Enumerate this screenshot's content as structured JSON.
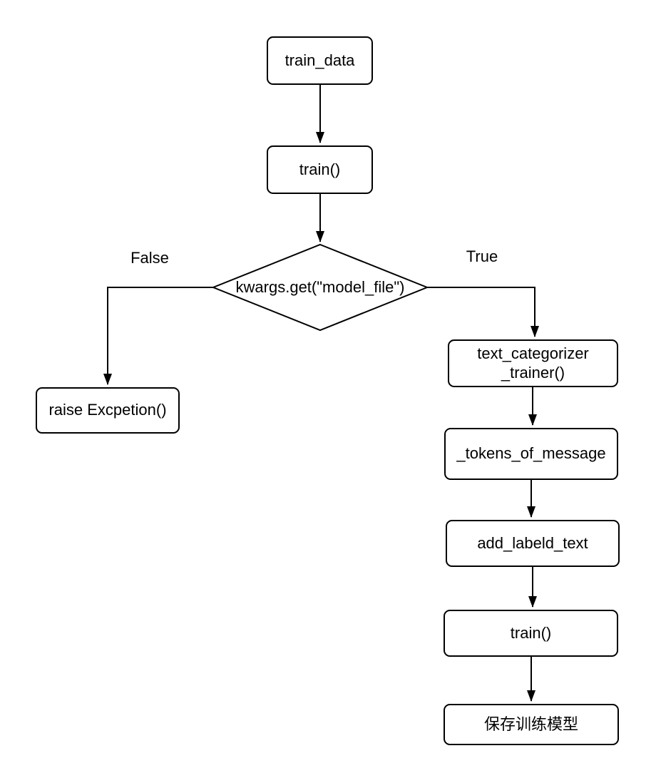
{
  "diagram": {
    "background_color": "#ffffff",
    "stroke_color": "#000000",
    "nodes": {
      "train_data": {
        "label": "train_data"
      },
      "train_call": {
        "label": "train()"
      },
      "decision": {
        "label": "kwargs.get(\"model_file\")"
      },
      "raise_exception": {
        "label": "raise Excpetion()"
      },
      "text_categorizer_trainer": {
        "label": "text_categorizer\n_trainer()"
      },
      "tokens_of_message": {
        "label": "_tokens_of_message"
      },
      "add_labeld_text": {
        "label": "add_labeld_text"
      },
      "train_call_2": {
        "label": "train()"
      },
      "save_model": {
        "label": "保存训练模型"
      }
    },
    "edge_labels": {
      "false_branch": "False",
      "true_branch": "True"
    }
  }
}
